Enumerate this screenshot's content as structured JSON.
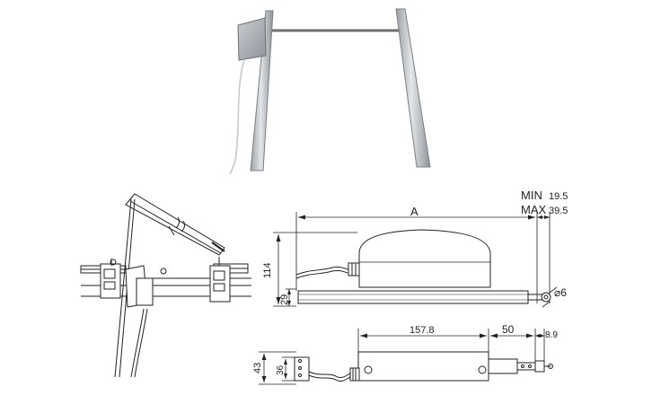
{
  "labels": {
    "min_label": "MIN",
    "min_value": "19.5",
    "max_label": "MAX",
    "max_value": "39.5",
    "dim_a": "A",
    "dim_114": "114",
    "dim_29": "29",
    "dim_phi6": "⌀6",
    "dim_157_8": "157.8",
    "dim_50": "50",
    "dim_8_9": "8.9",
    "dim_43": "43",
    "dim_36": "36"
  }
}
